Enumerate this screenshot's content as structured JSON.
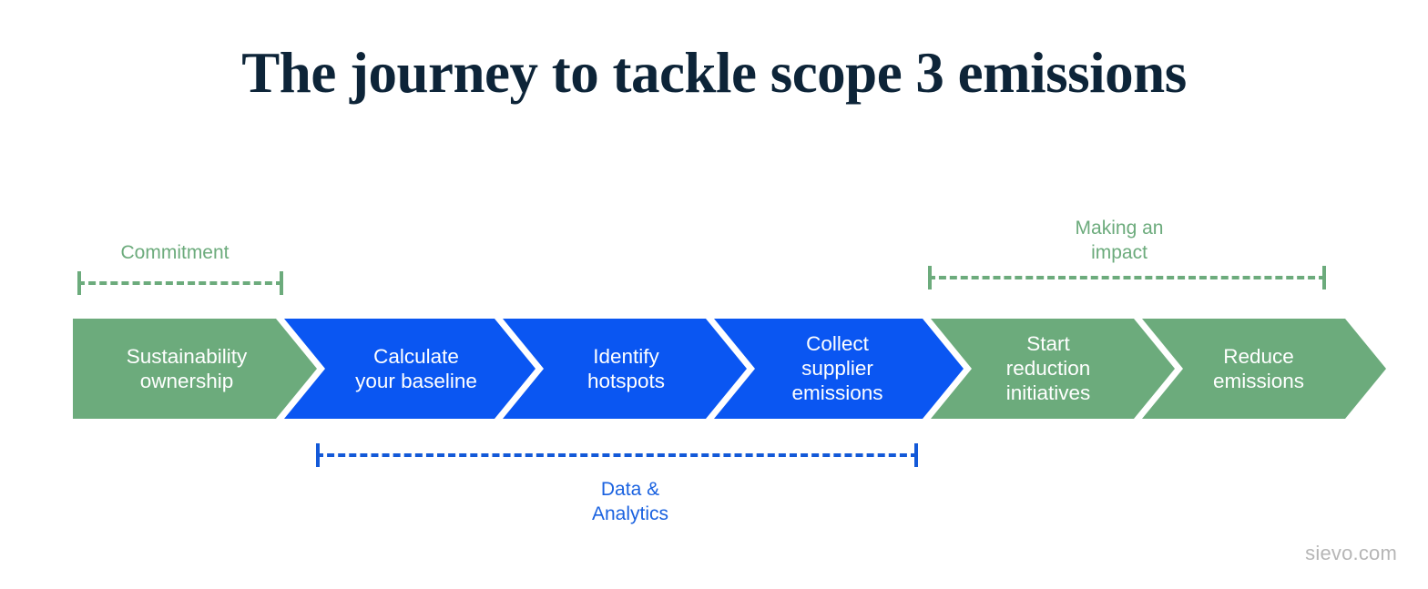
{
  "title": "The journey to tackle scope 3 emissions",
  "colors": {
    "green": "#6cab7c",
    "blue": "#0a56f2",
    "bracket_green": "#6cab7c",
    "bracket_blue": "#1359d8",
    "title_navy": "#0d2438",
    "footer_gray": "#b6b6b6",
    "background": "#ffffff",
    "step_text": "#ffffff"
  },
  "steps": [
    {
      "id": "sustainability-ownership",
      "label": "Sustainability\nownership",
      "color": "green"
    },
    {
      "id": "calculate-your-baseline",
      "label": "Calculate\nyour baseline",
      "color": "blue"
    },
    {
      "id": "identify-hotspots",
      "label": "Identify\nhotspots",
      "color": "blue"
    },
    {
      "id": "collect-supplier-emissions",
      "label": "Collect\nsupplier\nemissions",
      "color": "blue"
    },
    {
      "id": "start-reduction-initiatives",
      "label": "Start\nreduction\ninitiatives",
      "color": "green"
    },
    {
      "id": "reduce-emissions",
      "label": "Reduce\nemissions",
      "color": "green"
    }
  ],
  "phases": [
    {
      "id": "commitment",
      "label": "Commitment",
      "color": "green",
      "position": "above",
      "covers": [
        "sustainability-ownership"
      ]
    },
    {
      "id": "making-impact",
      "label": "Making an\nimpact",
      "color": "green",
      "position": "above",
      "covers": [
        "start-reduction-initiatives",
        "reduce-emissions"
      ]
    },
    {
      "id": "data-analytics",
      "label": "Data &\nAnalytics",
      "color": "blue",
      "position": "below",
      "covers": [
        "calculate-your-baseline",
        "identify-hotspots",
        "collect-supplier-emissions"
      ]
    }
  ],
  "footer": "sievo.com"
}
